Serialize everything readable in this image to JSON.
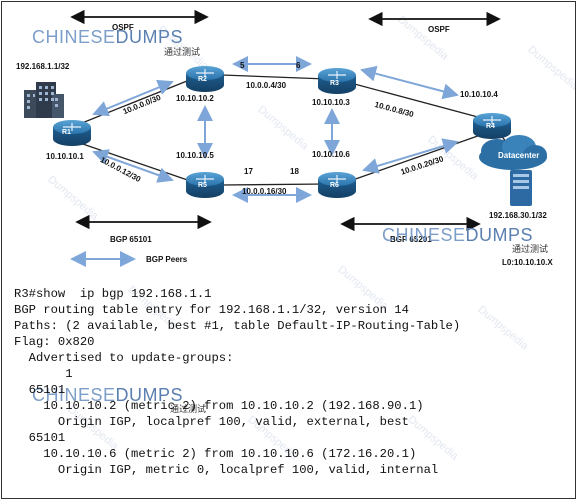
{
  "areas": {
    "ospf_left": "OSPF",
    "ospf_right": "OSPF",
    "bgp_left": "BGP 65101",
    "bgp_right": "BGP 65201",
    "bgp_peers": "BGP Peers"
  },
  "routers": {
    "r1": {
      "name": "R1",
      "ip": "10.10.10.1",
      "prefix": "192.168.1.1/32"
    },
    "r2": {
      "name": "R2",
      "ip": "10.10.10.2"
    },
    "r3": {
      "name": "R3",
      "ip": "10.10.10.3"
    },
    "r4": {
      "name": "R4",
      "ip": "10.10.10.4"
    },
    "r5": {
      "name": "R5",
      "ip": "10.10.10.5"
    },
    "r6": {
      "name": "R6",
      "ip": "10.10.10.6"
    }
  },
  "links": {
    "r1_r2": "10.0.0.0/30",
    "r1_r5": "10.0.0.12/30",
    "r2_r3": "10.0.0.4/30",
    "r2_r3_if_a": "5",
    "r2_r3_if_b": "6",
    "r3_r4": "10.0.0.8/30",
    "r5_r6": "10.0.0.16/30",
    "r5_r6_if_a": "17",
    "r5_r6_if_b": "18",
    "r6_r4": "10.0.0.20/30"
  },
  "datacenter": {
    "label": "Datacenter",
    "prefix": "192.168.30.1/32",
    "loopback": "L0:10.10.10.X"
  },
  "watermark": {
    "brand_a": "CHINESE",
    "brand_b": "DUMPS",
    "sub": "通过测试",
    "diag": "Dumpspedia"
  },
  "cli": [
    "R3#show  ip bgp 192.168.1.1",
    "BGP routing table entry for 192.168.1.1/32, version 14",
    "Paths: (2 available, best #1, table Default-IP-Routing-Table)",
    "Flag: 0x820",
    "  Advertised to update-groups:",
    "       1",
    "  65101",
    "    10.10.10.2 (metric 2) from 10.10.10.2 (192.168.90.1)",
    "      Origin IGP, localpref 100, valid, external, best",
    "  65101",
    "    10.10.10.6 (metric 2) from 10.10.10.6 (172.16.20.1)",
    "      Origin IGP, metric 0, localpref 100, valid, internal"
  ],
  "colors": {
    "router_blue": "#1f6fa8",
    "link_line": "#222222",
    "bgp_peer_arrow": "#7fa6d9",
    "watermark_blue": "#7d9ec8"
  }
}
